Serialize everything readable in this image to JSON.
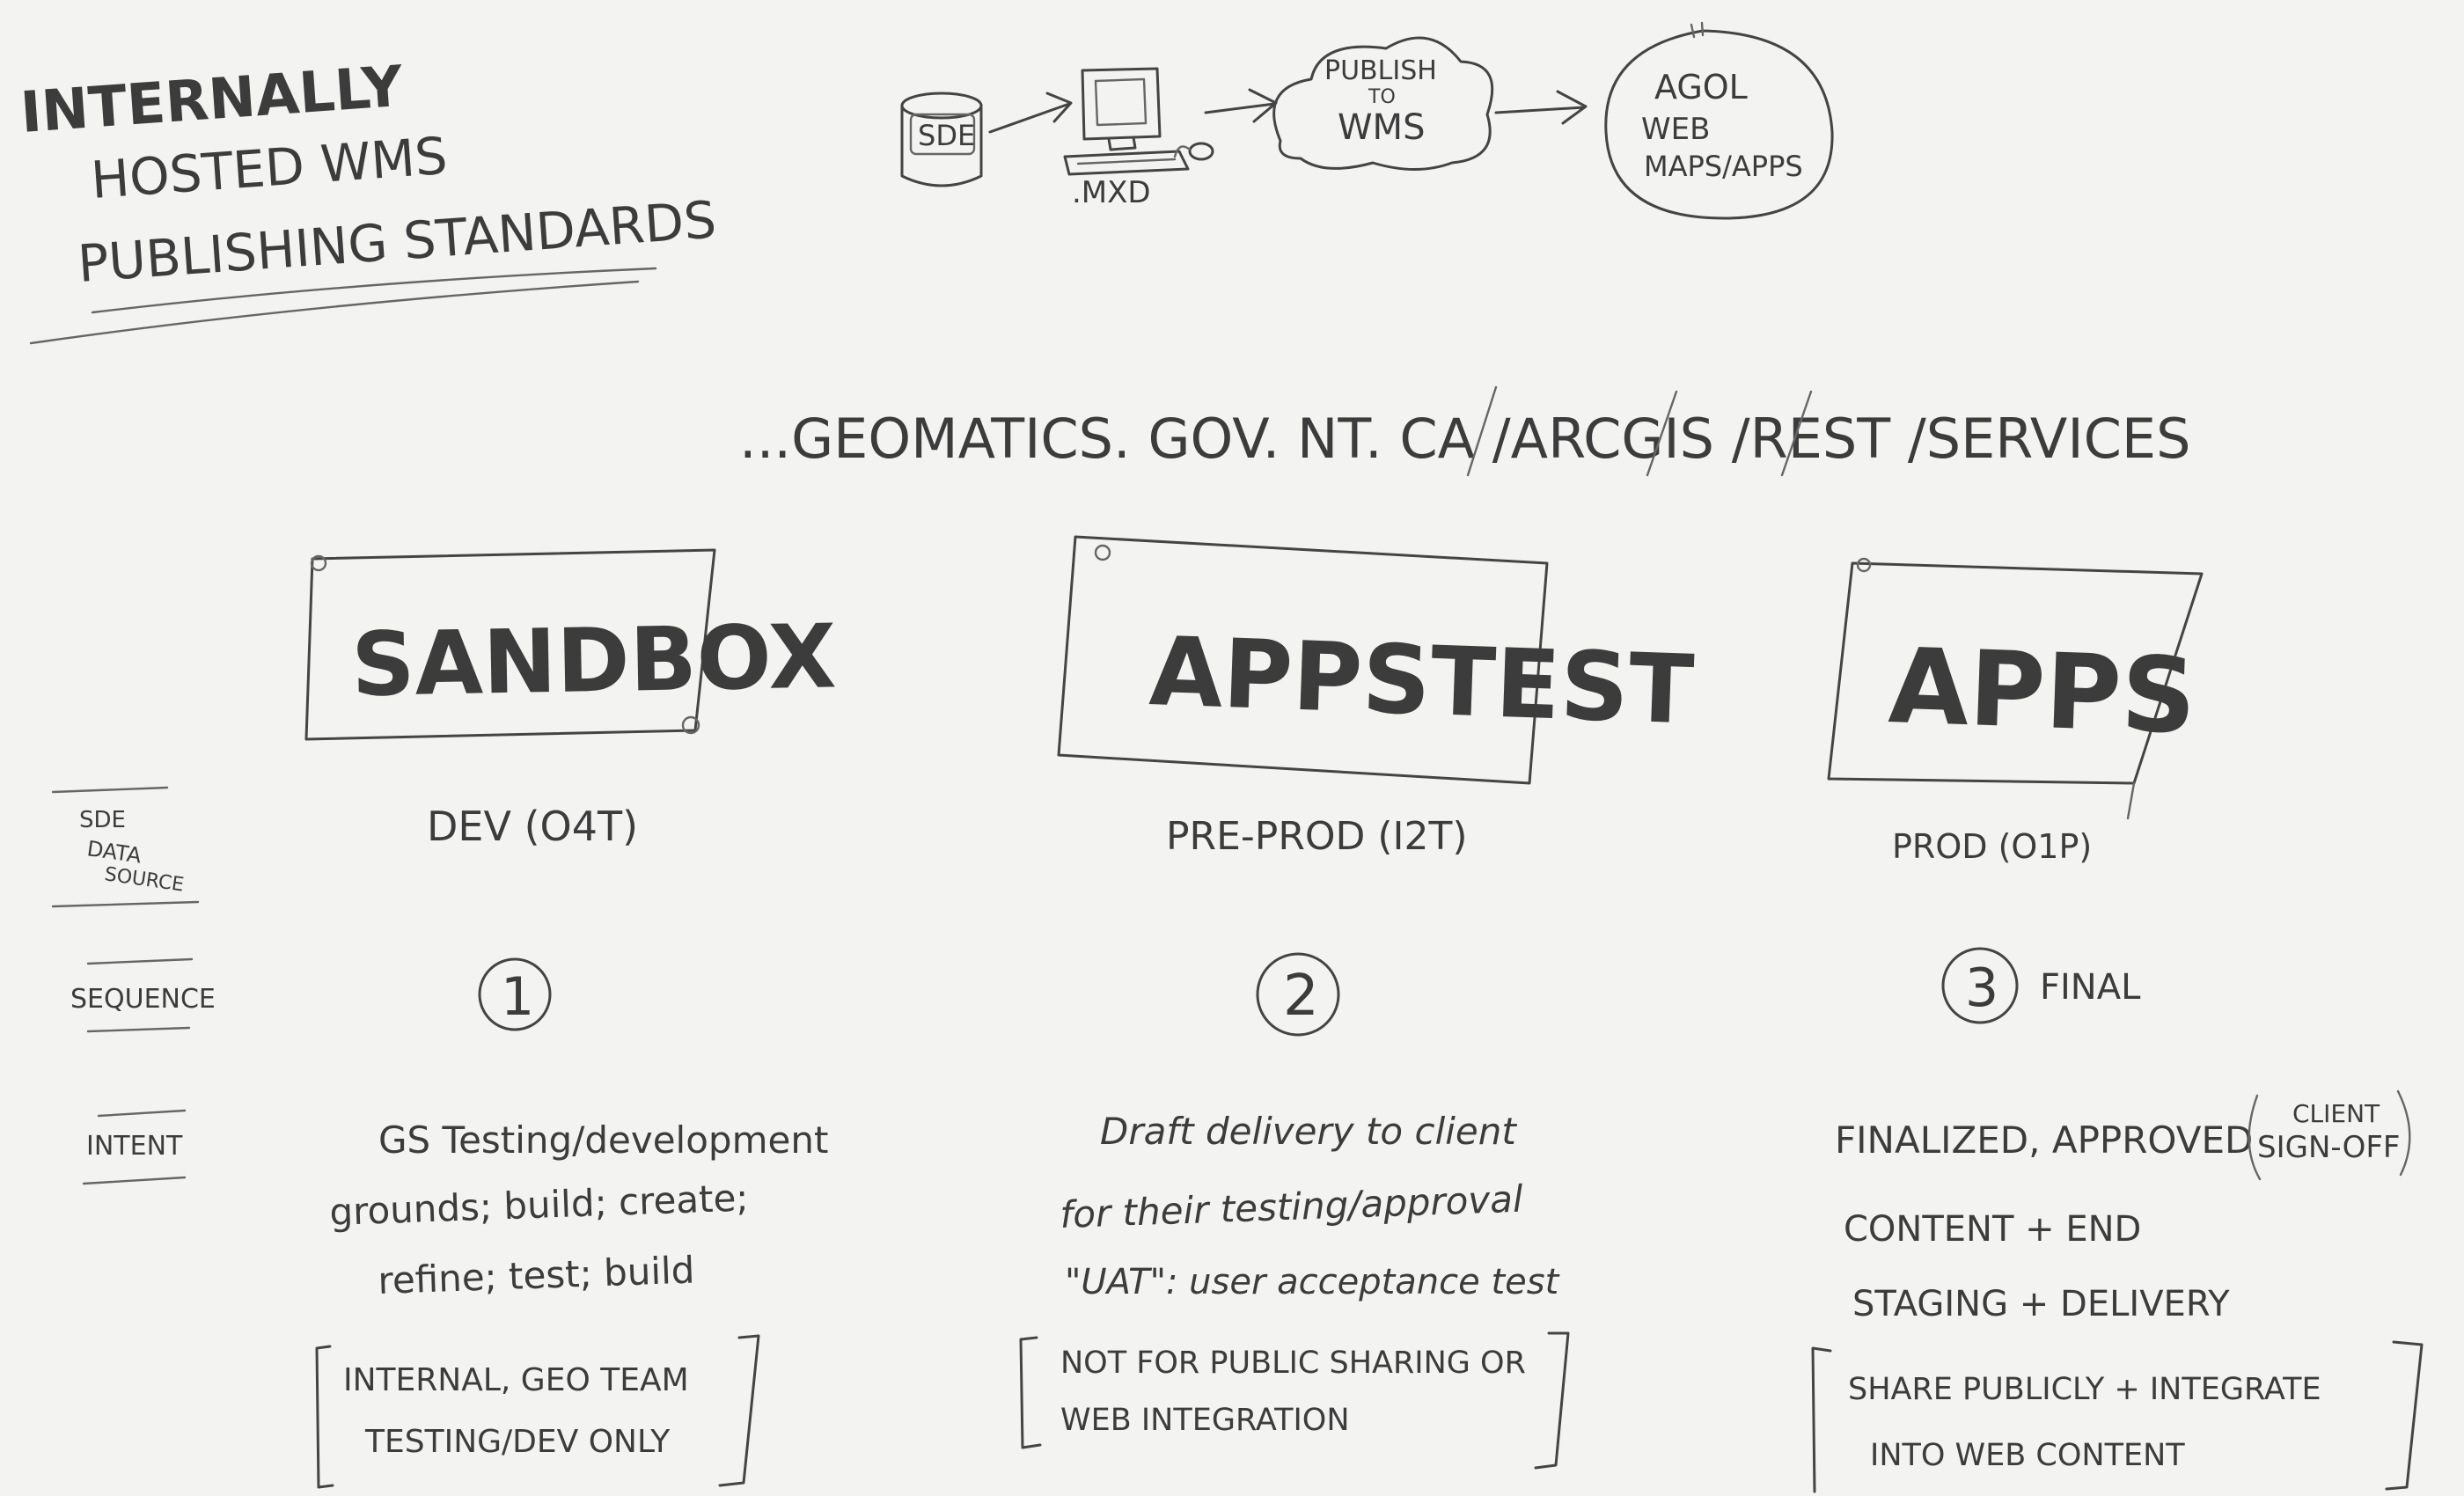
{
  "title": {
    "line1": "INTERNALLY",
    "line2": "HOSTED WMS",
    "line3": "PUBLISHING STANDARDS"
  },
  "flow": {
    "sde": "SDE",
    "mxd": ".MXD",
    "publish_line1": "PUBLISH",
    "publish_line2": "TO",
    "publish_line3": "WMS",
    "agol_line1": "AGOL",
    "agol_line2": "WEB",
    "agol_line3": "MAPS/APPS"
  },
  "url": "...GEOMATICS. GOV. NT. CA /ARCGIS /REST /SERVICES",
  "row_labels": {
    "data_source_line1": "SDE",
    "data_source_line2": "DATA",
    "data_source_line3": "SOURCE",
    "sequence": "SEQUENCE",
    "intent": "INTENT"
  },
  "environments": [
    {
      "name": "SANDBOX",
      "data_source": "DEV (O4T)",
      "sequence": "1",
      "sequence_note": "",
      "intent_lines": [
        "GS Testing/development",
        "grounds; build; create;",
        "refine; test; build"
      ],
      "bracket_lines": [
        "INTERNAL, GEO TEAM",
        "TESTING/DEV ONLY"
      ]
    },
    {
      "name": "APPSTEST",
      "data_source": "PRE-PROD (I2T)",
      "sequence": "2",
      "sequence_note": "",
      "intent_lines": [
        "Draft delivery to client",
        "for their testing/approval",
        "\"UAT\": user acceptance test"
      ],
      "bracket_lines": [
        "NOT FOR PUBLIC SHARING OR",
        "WEB INTEGRATION"
      ]
    },
    {
      "name": "APPS",
      "data_source": "PROD (O1P)",
      "sequence": "3",
      "sequence_note": "FINAL",
      "intent_lines": [
        "FINALIZED, APPROVED",
        "CONTENT + END",
        "STAGING + DELIVERY"
      ],
      "intent_note_line1": "CLIENT",
      "intent_note_line2": "SIGN-OFF",
      "bracket_lines": [
        "SHARE PUBLICLY + INTEGRATE",
        "INTO WEB CONTENT"
      ]
    }
  ]
}
